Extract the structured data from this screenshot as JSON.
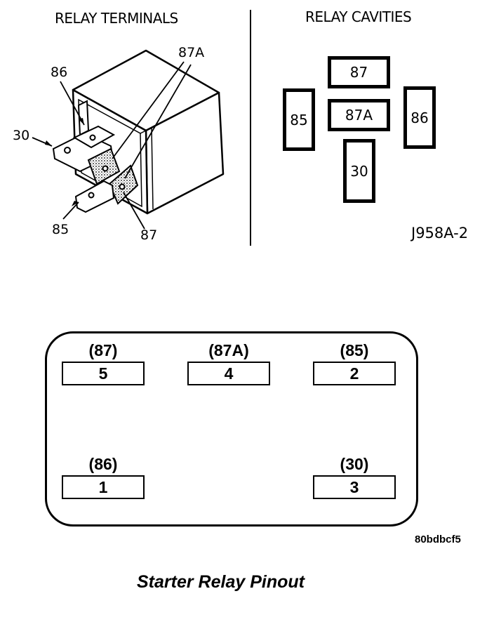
{
  "terminals": {
    "title": "RELAY TERMINALS",
    "labels": {
      "t86": "86",
      "t87A": "87A",
      "t30": "30",
      "t85": "85",
      "t87": "87"
    }
  },
  "cavities": {
    "title": "RELAY CAVITIES",
    "items": {
      "c87": "87",
      "c85": "85",
      "c87A": "87A",
      "c86": "86",
      "c30": "30"
    }
  },
  "figure_id": "J958A-2",
  "pinout": {
    "pins": [
      {
        "label": "(87)",
        "number": "5"
      },
      {
        "label": "(87A)",
        "number": "4"
      },
      {
        "label": "(85)",
        "number": "2"
      },
      {
        "label": "(86)",
        "number": "1"
      },
      {
        "label": "(30)",
        "number": "3"
      }
    ],
    "code": "80bdbcf5"
  },
  "caption": "Starter Relay Pinout"
}
